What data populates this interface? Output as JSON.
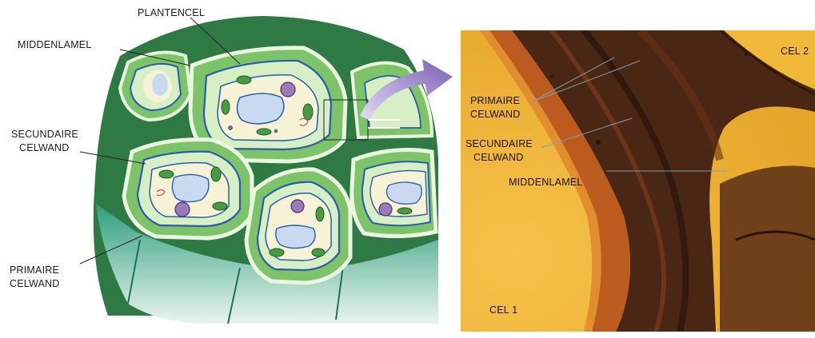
{
  "diagram": {
    "labels": {
      "plantencel": "PLANTENCEL",
      "middenlamel": "MIDDENLAMEL",
      "secundaire_celwand": [
        "SECUNDAIRE",
        "CELWAND"
      ],
      "primaire_celwand": [
        "PRIMAIRE",
        "CELWAND"
      ]
    }
  },
  "micrograph": {
    "labels": {
      "primaire_celwand": [
        "PRIMAIRE",
        "CELWAND"
      ],
      "secundaire_celwand": [
        "SECUNDAIRE",
        "CELWAND"
      ],
      "middenlamel": "MIDDENLAMEL",
      "cel1": "CEL 1",
      "cel2": "CEL 2"
    }
  },
  "colors": {
    "cell_wall_green": "#7cc36a",
    "primary_wall_light": "#d6efc4",
    "teal_base": "#3fa889",
    "cytoplasm": "#f6f2d6",
    "vacuole": "#c9d9ef",
    "nucleus": "#9a7bb8",
    "photo_gold": "#f0b93a",
    "photo_wall_dark": "#3b1f12",
    "arrow_purple": "#8a6fbf"
  }
}
